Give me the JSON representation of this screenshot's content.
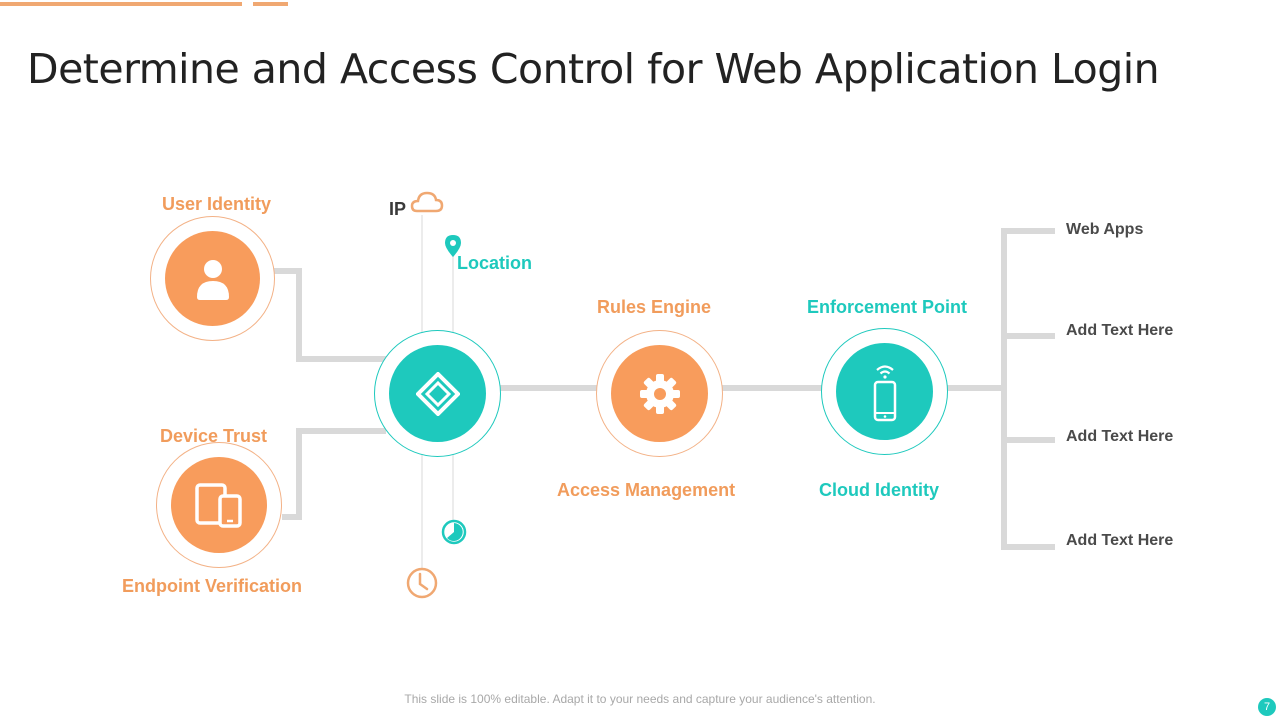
{
  "slide": {
    "title": "Determine and Access Control for Web Application Login",
    "footer_note": "This slide is 100% editable. Adapt it to your needs and capture your audience's attention.",
    "page_number": "7"
  },
  "colors": {
    "orange": "#f19c5c",
    "teal": "#1ec9bd",
    "connector": "#d9d9d9",
    "text_dark": "#3a3a3a"
  },
  "nodes": {
    "user_identity": {
      "label": "User Identity",
      "icon": "user-icon"
    },
    "device_trust": {
      "label": "Device Trust",
      "sublabel": "Endpoint Verification",
      "icon": "devices-icon"
    },
    "hub": {
      "icon": "diamond-icon"
    },
    "rules_engine": {
      "label": "Rules Engine",
      "sublabel": "Access Management",
      "icon": "gear-icon"
    },
    "enforcement_point": {
      "label": "Enforcement Point",
      "sublabel": "Cloud Identity",
      "icon": "mobile-wifi-icon"
    }
  },
  "signals": {
    "ip": {
      "label": "IP",
      "icon": "cloud-icon"
    },
    "location": {
      "label": "Location",
      "icon": "map-pin-icon"
    },
    "time_teal": {
      "icon": "pie-clock-icon"
    },
    "time_orange": {
      "icon": "clock-icon"
    }
  },
  "outputs": [
    {
      "label": "Web Apps"
    },
    {
      "label": "Add Text Here"
    },
    {
      "label": "Add Text Here"
    },
    {
      "label": "Add Text Here"
    }
  ]
}
